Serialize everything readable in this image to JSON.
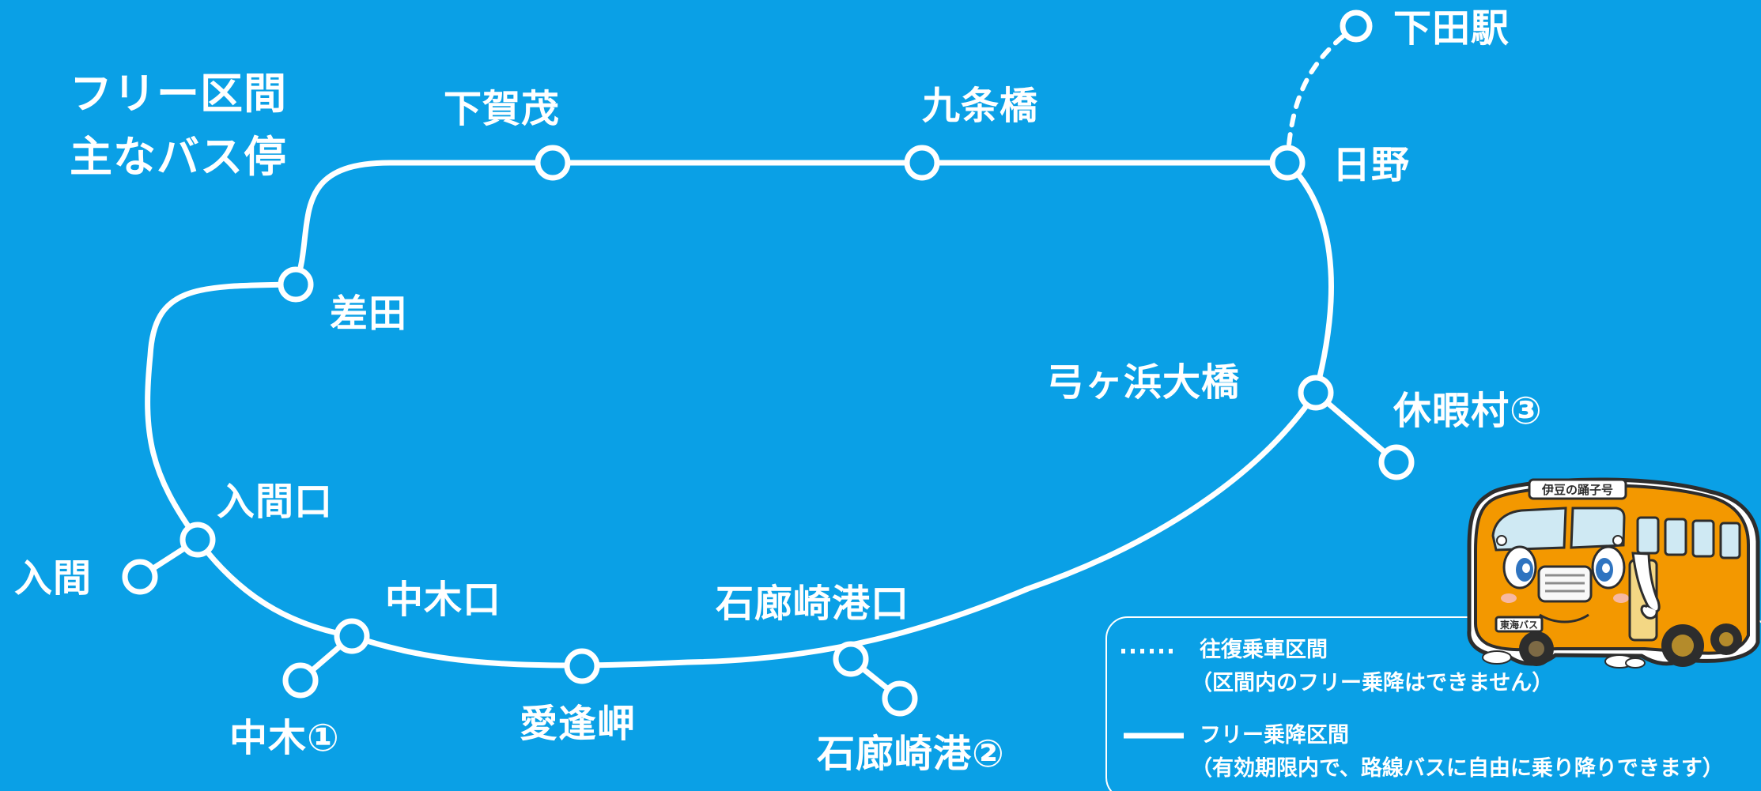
{
  "map": {
    "title_line_1": "フリー区間",
    "title_line_2": "主なバス停",
    "stops": {
      "shimoda_station": "下田駅",
      "hino": "日野",
      "kujobashi": "九条橋",
      "shimogamo": "下賀茂",
      "sashida": "差田",
      "irumaguchi": "入間口",
      "iruma": "入間",
      "nakagiguchi": "中木口",
      "nakagi_1": "中木①",
      "aisaki": "愛逢岬",
      "irozaki_port_entrance": "石廊崎港口",
      "irozaki_port_2": "石廊崎港②",
      "yumigahama_bridge": "弓ヶ浜大橋",
      "kyukamura_3": "休暇村③"
    },
    "colors": {
      "background": "#0aa0e6",
      "route": "#ffffff",
      "bus_body": "#f39800"
    }
  },
  "legend": {
    "round_trip_title": "往復乗車区間",
    "round_trip_note": "（区間内のフリー乗降はできません）",
    "free_section_title": "フリー乗降区間",
    "free_section_note": "（有効期限内で、路線バスに自由に乗り降りできます）"
  },
  "bus": {
    "sign_text": "伊豆の踊子号",
    "plate_text": "東海バス"
  }
}
